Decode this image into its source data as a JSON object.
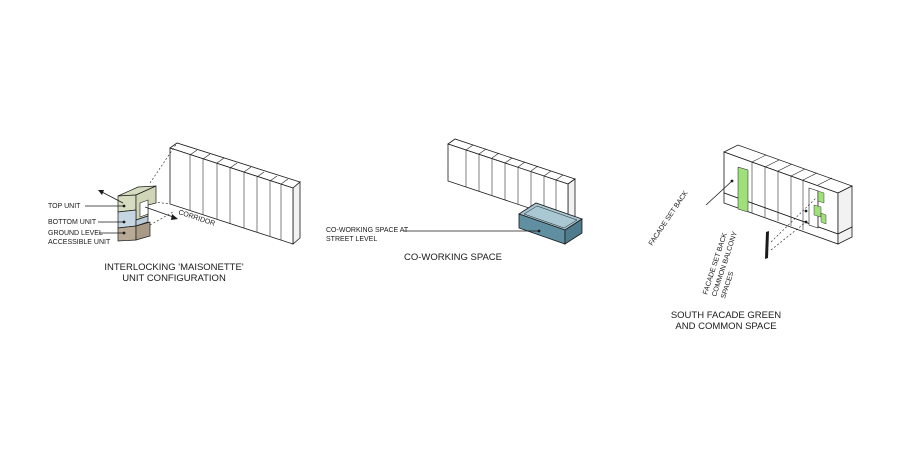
{
  "diagram_1": {
    "labels": {
      "top_unit": "TOP UNIT",
      "bottom_unit": "BOTTOM UNIT",
      "ground_line1": "GROUND LEVEL",
      "ground_line2": "ACCESSIBLE UNIT",
      "corridor": "CORRIDOR"
    },
    "caption_line1": "INTERLOCKING 'MAISONETTE'",
    "caption_line2": "UNIT CONFIGURATION",
    "colors": {
      "top_unit": "#d6dcc0",
      "bottom_unit": "#c6d5e2",
      "ground_unit": "#b8aa96"
    }
  },
  "diagram_2": {
    "labels": {
      "coworking_line1": "CO-WORKING SPACE AT",
      "coworking_line2": "STREET LEVEL"
    },
    "caption": "CO-WORKING SPACE",
    "colors": {
      "coworking": "#5f8fa0"
    }
  },
  "diagram_3": {
    "labels": {
      "facade_set_back": "FACADE SET BACK",
      "sb_line1": "FACADE SET BACK",
      "sb_line2": "COMMON BALCONY",
      "sb_line3": "SPACES"
    },
    "caption_line1": "SOUTH FACADE GREEN",
    "caption_line2": "AND COMMON SPACE",
    "colors": {
      "green": "#9fe07a"
    }
  }
}
